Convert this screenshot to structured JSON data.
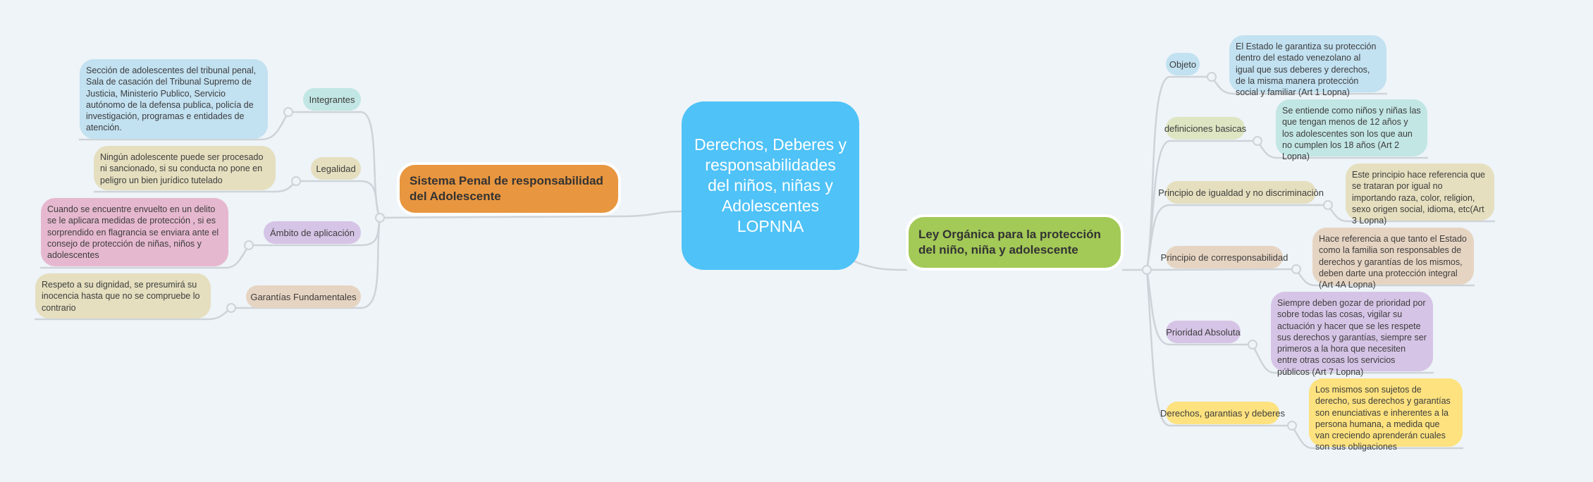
{
  "central": {
    "title": "Derechos, Deberes y responsabilidades del niños, niñas y Adolescentes LOPNNA"
  },
  "left_branch": {
    "title": "Sistema Penal de responsabilidad del Adolescente",
    "color": "#e8963f",
    "subtopics": [
      {
        "label": "Integrantes",
        "detail": "Sección de adolescentes del tribunal penal, Sala de casación del Tribunal Supremo de Justicia, Ministerio Publico, Servicio autónomo de la defensa publica, policía de investigación, programas e entidades de atención."
      },
      {
        "label": "Legalidad",
        "detail": "Ningún adolescente puede ser procesado ni sancionado, si su conducta no pone en peligro un bien jurídico tutelado"
      },
      {
        "label": "Ámbito de aplicación",
        "detail": "Cuando se encuentre envuelto en un delito se le aplicara medidas de protección , si es sorprendido en flagrancia  se enviara ante el consejo de protección de niñas, niños y adolescentes"
      },
      {
        "label": "Garantías Fundamentales",
        "detail": "Respeto a su dignidad, se presumirá su inocencia hasta que no se compruebe lo contrario"
      }
    ]
  },
  "right_branch": {
    "title": "Ley Orgánica para la protección del niño, niña y adolescente",
    "color": "#a3c957",
    "subtopics": [
      {
        "label": "Objeto",
        "detail": "El Estado le garantiza su protección dentro del estado venezolano al igual que sus deberes y derechos, de la misma manera protección social y familiar (Art 1 Lopna)"
      },
      {
        "label": "definiciones basicas",
        "detail": "Se entiende como niños y niñas las que tengan menos de 12 años y los adolescentes son los que aun no cumplen los 18 años (Art 2 Lopna)"
      },
      {
        "label": "Principio de igualdad y no discriminaciòn",
        "detail": "Este principio hace referencia que se trataran por igual no importando raza, color, religion, sexo origen social, idioma, etc(Art 3 Lopna)"
      },
      {
        "label": "Principio de corresponsabilidad",
        "detail": "Hace referencia a que tanto el Estado como la familia son responsables de derechos y garantías de los mismos, deben darte una protección integral (Art 4A Lopna)"
      },
      {
        "label": "Prioridad  Absoluta",
        "detail": "Siempre deben gozar de prioridad por sobre todas las cosas, vigilar su actuación y hacer que se les respete sus derechos y garantías, siempre ser primeros a la hora que necesiten entre otras cosas los servicios públicos (Art 7 Lopna)"
      },
      {
        "label": "Derechos, garantias y deberes",
        "detail": "Los mismos son sujetos de derecho, sus derechos y garantías son enunciativas e inherentes a la persona humana, a medida que van creciendo aprenderán cuales son sus obligaciones"
      }
    ]
  }
}
